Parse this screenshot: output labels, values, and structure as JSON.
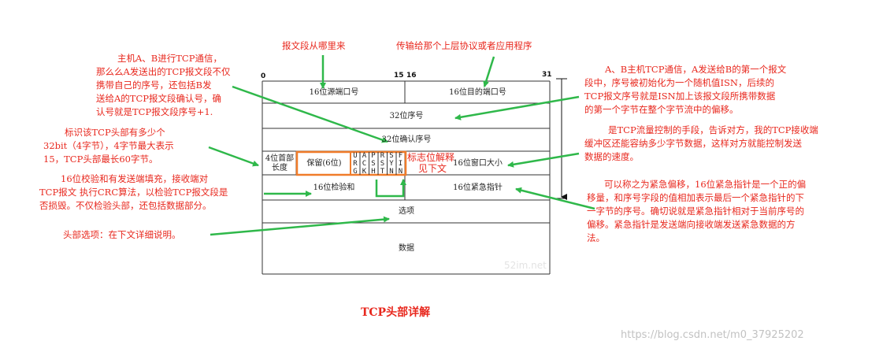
{
  "annotations": {
    "source": "报文段从哪里来",
    "upper": "传输给那个上层协议或者应用程序",
    "left1": [
      "主机A、B进行TCP通信，",
      "那么么A发送出的TCP报文段不仅",
      "携带自己的序号，还包括B发",
      "送给A的TCP报文段确认号，确",
      "认号就是TCP报文段序号+1."
    ],
    "right1": [
      "A、B主机TCP通信，A发送给B的第一个报文",
      "段中，序号被初始化为一个随机值ISN，后续的",
      "TCP报文序号就是ISN加上该报文段所携带数据",
      "的第一个字节在整个字节流中的偏移。"
    ],
    "left2": [
      "标识该TCP头部有多少个",
      "32bit（4字节），4字节最大表示",
      "15，TCP头部最长60字节。"
    ],
    "right2": [
      "是TCP流量控制的手段，告诉对方，我的TCP接收端",
      "缓冲区还能容纳多少字节数据，这样对方就能控制发送",
      "数据的速度。"
    ],
    "left3": [
      "16位校验和有发送端填充，接收端对",
      "TCP报文 执行CRC算法，以检验TCP报文段是",
      "否损毁。不仅检验头部，还包括数据部分。"
    ],
    "right3": [
      "可以称之为紧急偏移，16位紧急指针是一个正的偏",
      "移量，和序号字段的值相加表示最后一个紧急指针的下",
      "一字节的序号。确切说就是紧急指针相对于当前序号的",
      "偏移。紧急指针是发送端向接收端发送紧急数据的方",
      "法。"
    ],
    "options_note": "头部选项：在下文详细说明。",
    "flags_note": [
      "标志位解释",
      "见下文"
    ]
  },
  "header": {
    "bits": [
      "0",
      "15",
      "16",
      "31"
    ],
    "src_port": "16位源端口号",
    "dst_port": "16位目的端口号",
    "seq": "32位序号",
    "ack": "32位确认序号",
    "hlen": [
      "4位首部",
      "长度"
    ],
    "reserved": "保留(6位)",
    "flags": [
      [
        "U",
        "R",
        "G"
      ],
      [
        "A",
        "C",
        "K"
      ],
      [
        "P",
        "S",
        "H"
      ],
      [
        "R",
        "S",
        "T"
      ],
      [
        "S",
        "Y",
        "N"
      ],
      [
        "F",
        "I",
        "N"
      ]
    ],
    "window": "16位窗口大小",
    "checksum": "16位检验和",
    "urgent": "16位紧急指针",
    "options": "选项",
    "data": "数据"
  },
  "caption": "TCP头部详解",
  "watermark": "https://blog.csdn.net/m0_37925202",
  "faint_watermark": "52im.net",
  "colors": {
    "annotation": "#e8281e",
    "arrow": "#2fb84a",
    "highlight": "#f07c2a"
  }
}
